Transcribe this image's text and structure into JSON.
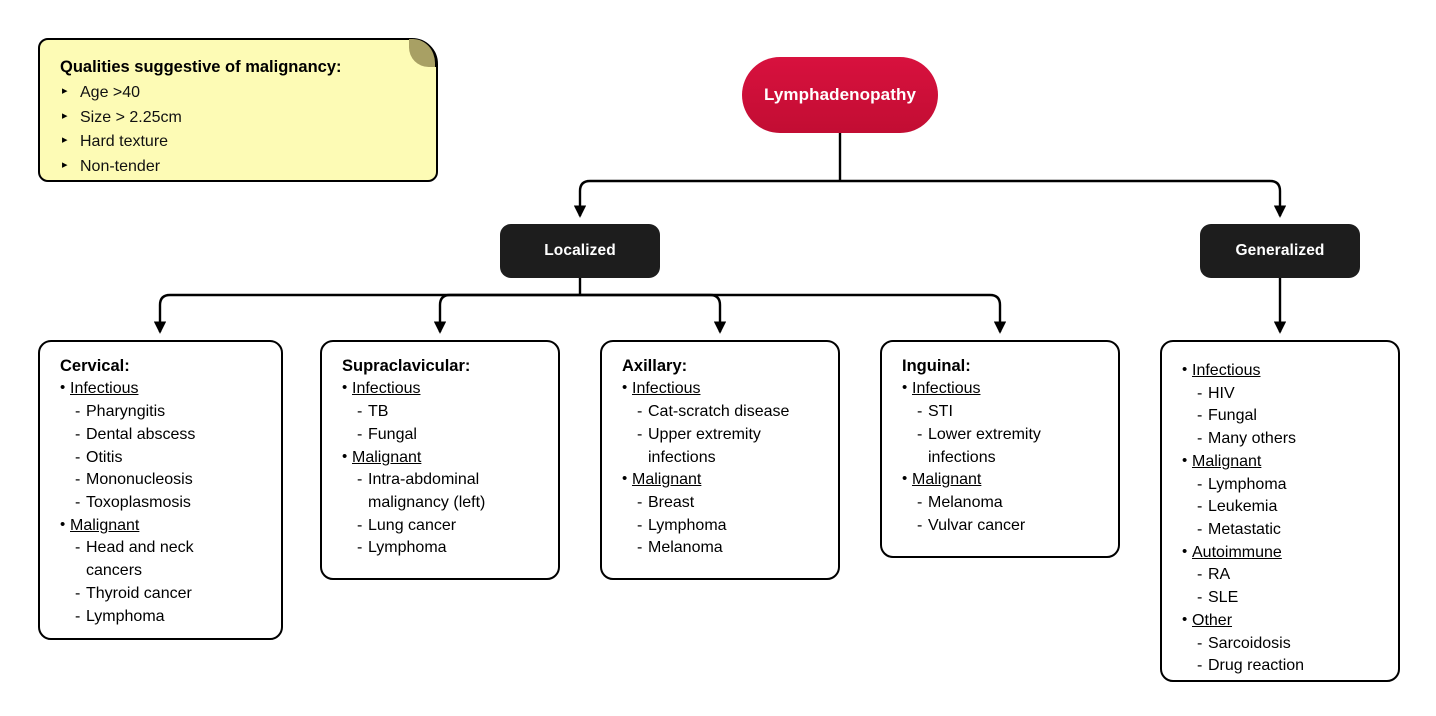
{
  "sticky_note": {
    "title": "Qualities suggestive of malignancy:",
    "bullet_glyph": "▸",
    "items": [
      "Age >40",
      "Size > 2.25cm",
      "Hard texture",
      "Non-tender"
    ]
  },
  "colors": {
    "root_node": "#D0103A",
    "sub_node": "#1D1D1D",
    "note_bg": "#FDFBB5",
    "note_fold": "#A8A064",
    "box_border": "#000000",
    "connector": "#000000"
  },
  "glyphs": {
    "bullet": "•",
    "dash": "-"
  },
  "nodes": {
    "root": "Lymphadenopathy",
    "localized": "Localized",
    "generalized": "Generalized"
  },
  "boxes": {
    "cervical": {
      "title": "Cervical:",
      "groups": [
        {
          "label": "Infectious",
          "items": [
            {
              "text": "Pharyngitis"
            },
            {
              "text": "Dental abscess"
            },
            {
              "text": "Otitis"
            },
            {
              "text": "Mononucleosis"
            },
            {
              "text": "Toxoplasmosis"
            }
          ]
        },
        {
          "label": "Malignant",
          "items": [
            {
              "text": "Head and neck",
              "cont": "cancers"
            },
            {
              "text": "Thyroid cancer"
            },
            {
              "text": "Lymphoma"
            }
          ]
        }
      ]
    },
    "supraclavicular": {
      "title": "Supraclavicular:",
      "groups": [
        {
          "label": "Infectious",
          "items": [
            {
              "text": "TB"
            },
            {
              "text": "Fungal"
            }
          ]
        },
        {
          "label": "Malignant",
          "items": [
            {
              "text": "Intra-abdominal",
              "cont": "malignancy (left)"
            },
            {
              "text": "Lung cancer"
            },
            {
              "text": "Lymphoma"
            }
          ]
        }
      ]
    },
    "axillary": {
      "title": "Axillary:",
      "groups": [
        {
          "label": "Infectious",
          "items": [
            {
              "text": "Cat-scratch disease"
            },
            {
              "text": "Upper extremity",
              "cont": "infections"
            }
          ]
        },
        {
          "label": "Malignant",
          "items": [
            {
              "text": "Breast"
            },
            {
              "text": "Lymphoma"
            },
            {
              "text": "Melanoma"
            }
          ]
        }
      ]
    },
    "inguinal": {
      "title": "Inguinal:",
      "groups": [
        {
          "label": "Infectious",
          "items": [
            {
              "text": "STI"
            },
            {
              "text": "Lower extremity",
              "cont": "infections"
            }
          ]
        },
        {
          "label": "Malignant",
          "items": [
            {
              "text": "Melanoma"
            },
            {
              "text": "Vulvar cancer"
            }
          ]
        }
      ]
    },
    "generalized": {
      "title": "",
      "groups": [
        {
          "label": "Infectious",
          "items": [
            {
              "text": "HIV"
            },
            {
              "text": "Fungal"
            },
            {
              "text": "Many others"
            }
          ]
        },
        {
          "label": "Malignant",
          "items": [
            {
              "text": "Lymphoma"
            },
            {
              "text": "Leukemia"
            },
            {
              "text": "Metastatic"
            }
          ]
        },
        {
          "label": "Autoimmune",
          "items": [
            {
              "text": "RA"
            },
            {
              "text": "SLE"
            }
          ]
        },
        {
          "label": "Other",
          "items": [
            {
              "text": "Sarcoidosis"
            },
            {
              "text": "Drug reaction"
            }
          ]
        }
      ]
    }
  }
}
